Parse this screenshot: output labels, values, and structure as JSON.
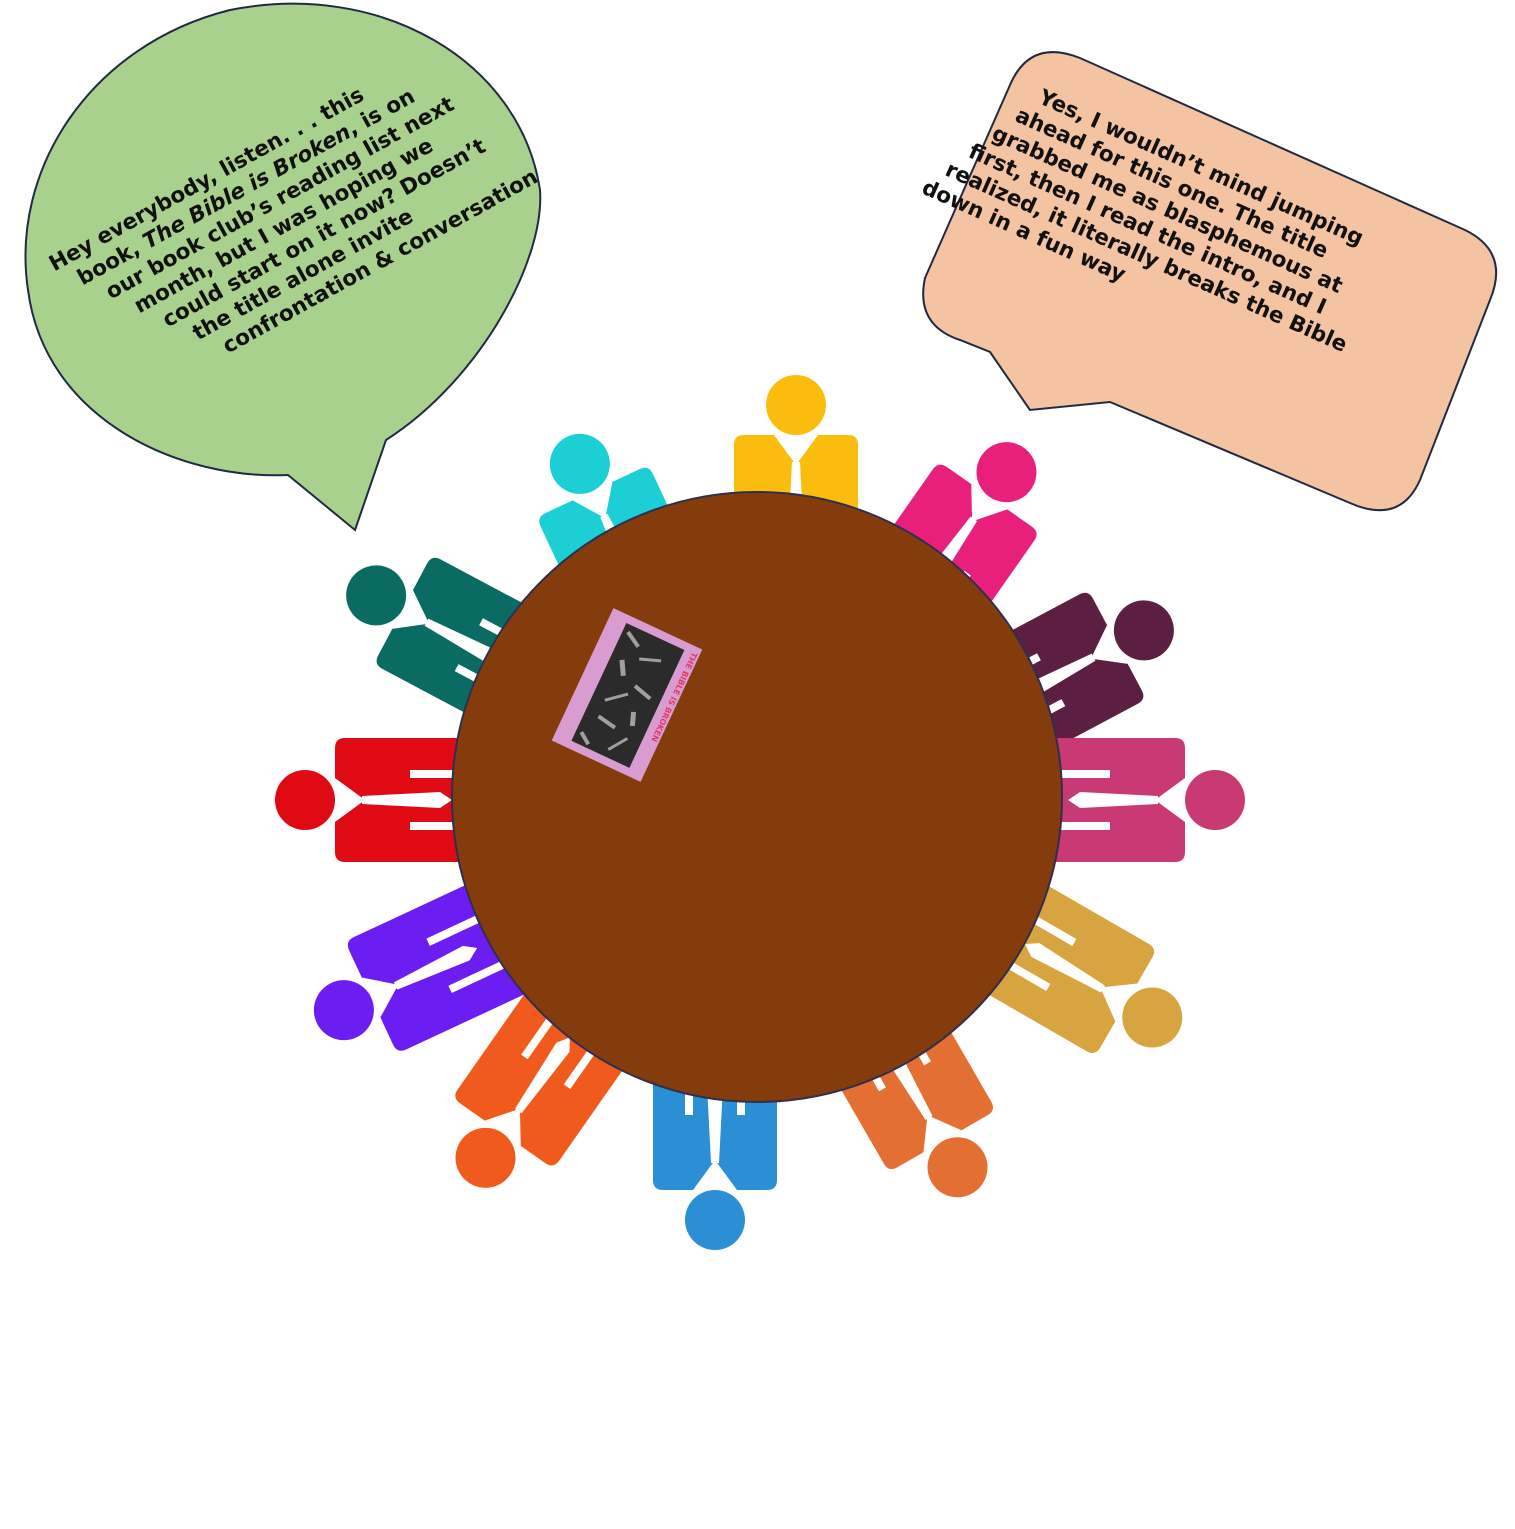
{
  "left_bubble": {
    "fill": "#a9d18e",
    "lines": [
      "Hey everybody, listen. . . this",
      "book, ",
      "our book club’s reading list next",
      "month, but I was hoping we",
      "could start on it now? Doesn’t",
      "the title alone invite",
      "confrontation & conversation"
    ],
    "line2_italic": "The Bible is Broken",
    "line2_tail": ", is on"
  },
  "right_bubble": {
    "fill": "#f4c3a1",
    "lines": [
      "Yes, I wouldn’t mind jumping",
      "ahead for this one. The title",
      "grabbed me as blasphemous at",
      "first, then I read the intro, and I",
      "realized, it literally breaks the Bible",
      "down in a fun way"
    ]
  },
  "table": {
    "fill": "#843c0c",
    "stroke": "#2f2f4f"
  },
  "book": {
    "cover_color": "#d89cd0",
    "title_color": "#e23b6a",
    "title": "THE BIBLE IS BROKEN"
  },
  "people": [
    {
      "name": "person-top-yellow",
      "color": "#fbbd0d"
    },
    {
      "name": "person-top-right-pink",
      "color": "#e8207c"
    },
    {
      "name": "person-right-plum",
      "color": "#5c1f42"
    },
    {
      "name": "person-right-rose",
      "color": "#c93a74"
    },
    {
      "name": "person-bottom-right-gold",
      "color": "#d8a43f"
    },
    {
      "name": "person-bottom-right-orange",
      "color": "#e46f33"
    },
    {
      "name": "person-bottom-blue",
      "color": "#2b8fd6"
    },
    {
      "name": "person-bottom-left-orange",
      "color": "#f05a1c"
    },
    {
      "name": "person-left-purple",
      "color": "#6b1df2"
    },
    {
      "name": "person-left-red",
      "color": "#e00a14"
    },
    {
      "name": "person-top-left-teal",
      "color": "#0a6b63"
    },
    {
      "name": "person-top-cyan",
      "color": "#1ccfd4"
    }
  ]
}
